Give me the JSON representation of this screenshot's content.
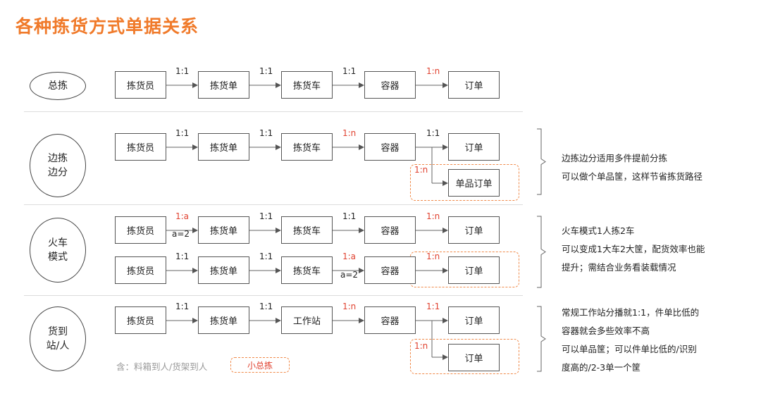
{
  "title": "各种拣货方式单据关系",
  "rows": {
    "total": {
      "label": "总拣",
      "boxes": [
        "拣货员",
        "拣货单",
        "拣货车",
        "容器",
        "订单"
      ],
      "ratios": [
        "1:1",
        "1:1",
        "1:1",
        "1:n"
      ]
    },
    "bianjian": {
      "label": "边拣\n边分",
      "boxes": [
        "拣货员",
        "拣货单",
        "拣货车",
        "容器",
        "订单"
      ],
      "ratios": [
        "1:1",
        "1:1",
        "1:n",
        "1:1"
      ],
      "branch_box": "单品订单",
      "branch_ratio": "1:n",
      "notes": [
        "边拣边分适用多件提前分拣",
        "可以做个单品筐，这样节省拣货路径"
      ]
    },
    "train": {
      "label": "火车\n模式",
      "row1": {
        "boxes": [
          "拣货员",
          "拣货单",
          "拣货车",
          "容器",
          "订单"
        ],
        "ratios": [
          "1:a",
          "1:1",
          "1:1",
          "1:n"
        ],
        "sub": "a=2"
      },
      "row2": {
        "boxes": [
          "拣货员",
          "拣货单",
          "拣货车",
          "容器",
          "订单"
        ],
        "ratios": [
          "1:1",
          "1:1",
          "1:a",
          "1:n"
        ],
        "sub": "a=2"
      },
      "notes": [
        "火车模式1人拣2车",
        "可以变成1大车2大筐，配货效率也能",
        "提升；需结合业务看装载情况"
      ]
    },
    "station": {
      "label": "货到\n站/人",
      "boxes": [
        "拣货员",
        "拣货单",
        "工作站",
        "容器",
        "订单"
      ],
      "ratios": [
        "1:1",
        "1:1",
        "1:n",
        "1:1"
      ],
      "branch_box": "订单",
      "branch_ratio": "1:n",
      "footnote": "含：料箱到人/货架到人",
      "tag": "小总拣",
      "notes": [
        "常规工作站分播就1:1，件单比低的",
        "容器就会多些效率不高",
        "可以单品筐；可以件单比低的/识别",
        "度高的/2-3单一个筐"
      ]
    }
  },
  "colors": {
    "accent": "#f07a2a",
    "red_ratio": "#e0412f",
    "dash": "#f08a4a"
  }
}
